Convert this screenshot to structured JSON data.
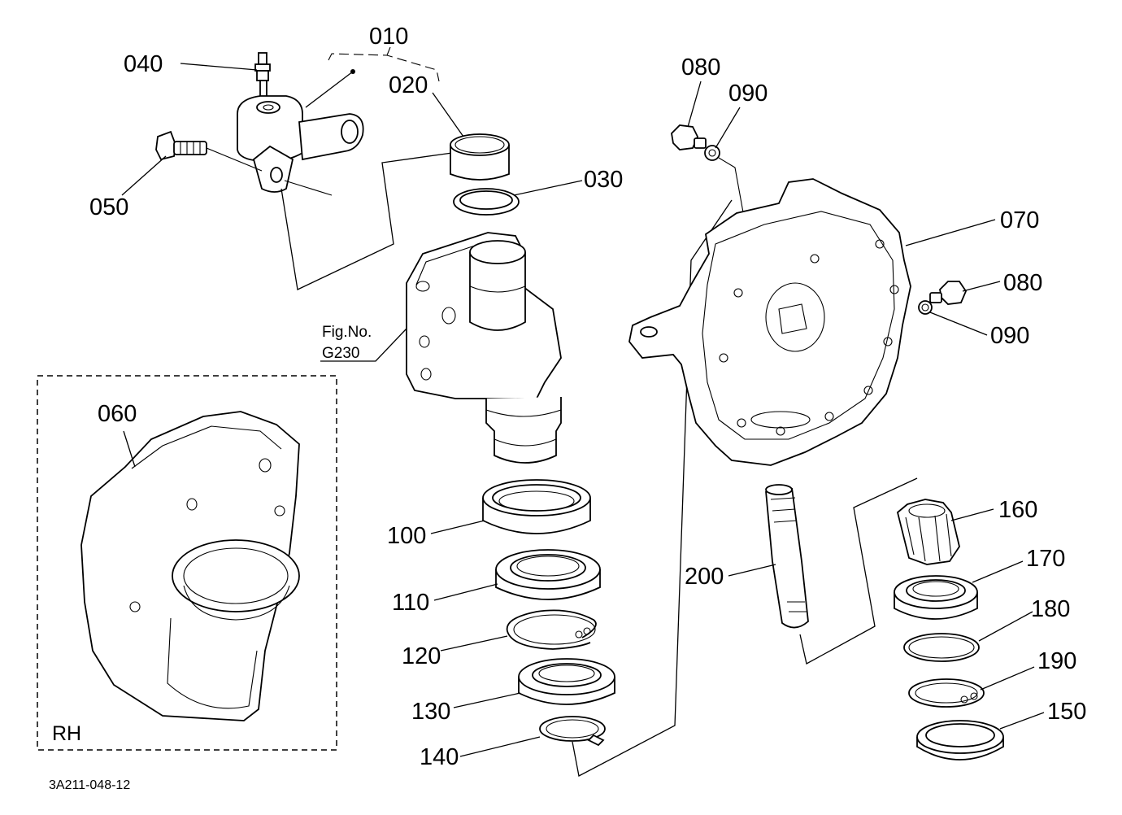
{
  "diagram": {
    "figure_code": "3A211-048-12",
    "reference": {
      "line1": "Fig.No.",
      "line2": "G230"
    },
    "inset_label": "RH",
    "callouts": {
      "c010": "010",
      "c020": "020",
      "c030": "030",
      "c040": "040",
      "c050": "050",
      "c060": "060",
      "c070": "070",
      "c080a": "080",
      "c090a": "090",
      "c080b": "080",
      "c090b": "090",
      "c100": "100",
      "c110": "110",
      "c120": "120",
      "c130": "130",
      "c140": "140",
      "c150": "150",
      "c160": "160",
      "c170": "170",
      "c180": "180",
      "c190": "190",
      "c200": "200"
    }
  }
}
